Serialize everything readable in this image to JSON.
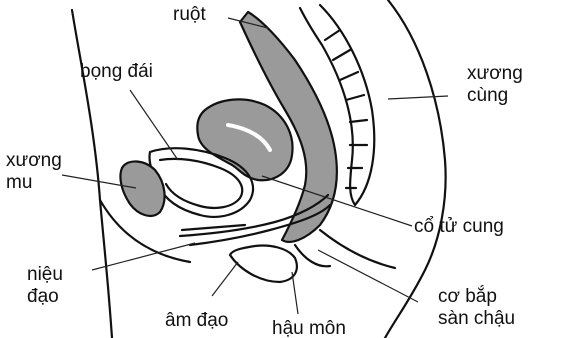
{
  "labels": {
    "intestine": "ruột",
    "bladder": "bọng đái",
    "pubic_bone": "xương mu",
    "urethra": "niệu đạo",
    "vagina": "âm đạo",
    "anus": "hậu môn",
    "pelvic_floor": "cơ bắp sàn chậu",
    "uterus": "cổ tử cung",
    "sacrum": "xương cùng"
  },
  "label_lines": {
    "pubic_bone": [
      "xương",
      "mu"
    ],
    "urethra": [
      "niệu",
      "đạo"
    ],
    "pelvic_floor": [
      "cơ bắp",
      "sàn chậu"
    ],
    "sacrum": [
      "xương",
      "cùng"
    ]
  },
  "colors": {
    "organ_fill": "#9a9a9a",
    "outline": "#111111",
    "leader": "#222222"
  }
}
